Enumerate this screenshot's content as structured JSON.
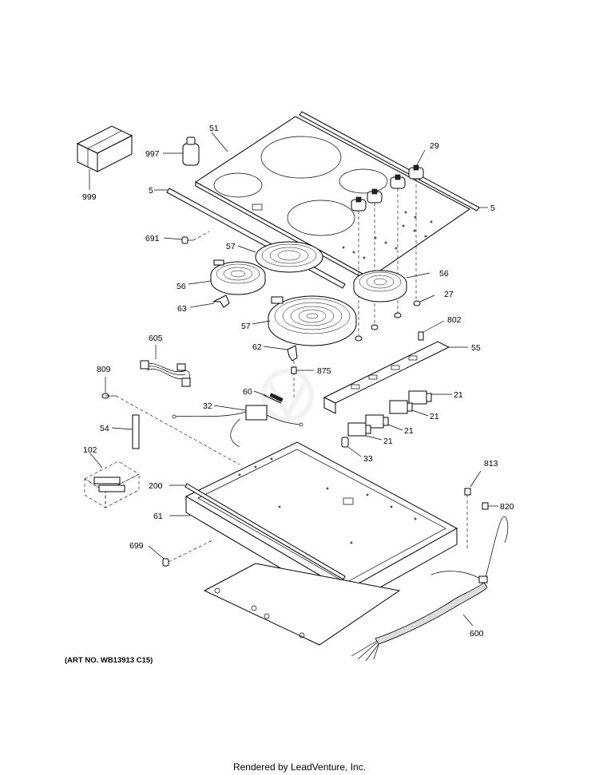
{
  "diagram": {
    "art_number": "(ART NO. WB13913 C15)",
    "footer": "Rendered by LeadVenture, Inc.",
    "callouts": {
      "c999": "999",
      "c997": "997",
      "c51": "51",
      "c5a": "5",
      "c5b": "5",
      "c29": "29",
      "c691": "691",
      "c57a": "57",
      "c56a": "56",
      "c56b": "56",
      "c63": "63",
      "c27": "27",
      "c57b": "57",
      "c802": "802",
      "c605": "605",
      "c62": "62",
      "c55": "55",
      "c809": "809",
      "c875": "875",
      "c60": "60",
      "c21a": "21",
      "c32": "32",
      "c21b": "21",
      "c21c": "21",
      "c21d": "21",
      "c54": "54",
      "c33": "33",
      "c102": "102",
      "c813": "813",
      "c200": "200",
      "c820": "820",
      "c61": "61",
      "c699": "699",
      "c600": "600"
    }
  }
}
